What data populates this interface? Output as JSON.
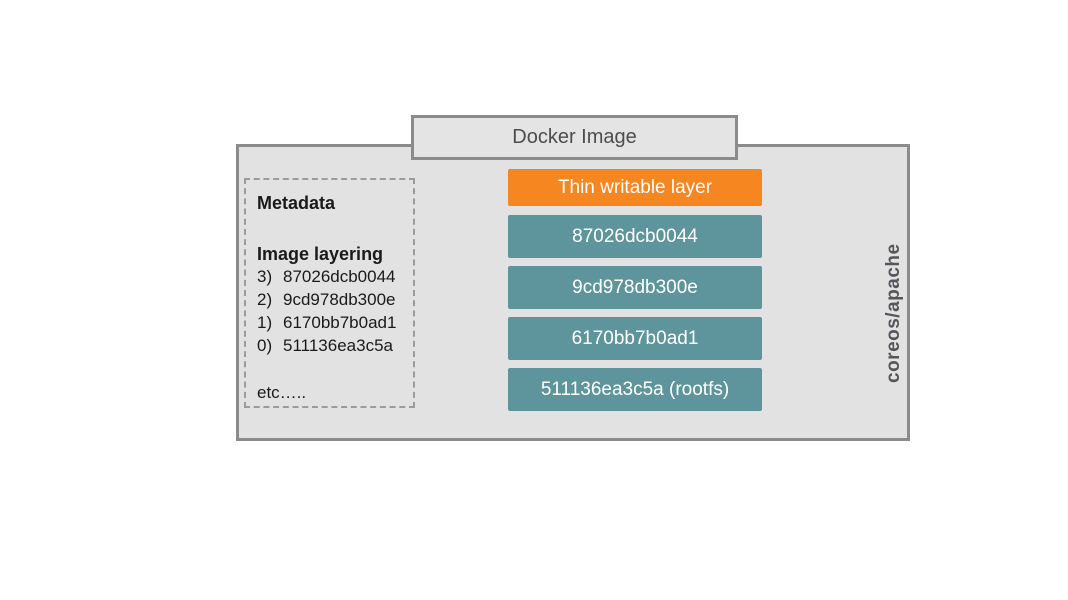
{
  "diagram": {
    "title": "Docker Image",
    "container_label": "coreos/apache",
    "metadata_panel": {
      "heading": "Metadata",
      "subheading": "Image layering",
      "entries": [
        {
          "index": "3)",
          "id": "87026dcb0044"
        },
        {
          "index": "2)",
          "id": "9cd978db300e"
        },
        {
          "index": "1)",
          "id": "6170bb7b0ad1"
        },
        {
          "index": "0)",
          "id": "511136ea3c5a"
        }
      ],
      "footer": "etc….."
    },
    "layer_stack": [
      {
        "label": "Thin writable layer",
        "type": "writable"
      },
      {
        "label": "87026dcb0044",
        "type": "image"
      },
      {
        "label": "9cd978db300e",
        "type": "image"
      },
      {
        "label": "6170bb7b0ad1",
        "type": "image"
      },
      {
        "label": "511136ea3c5a (rootfs)",
        "type": "image"
      }
    ],
    "colors": {
      "writable_layer": "#f6861f",
      "image_layer": "#5e959c",
      "container_background": "#e2e2e2",
      "border": "#8b8b8b",
      "dark_text": "#4d4d4f",
      "light_text": "#ffffff"
    }
  }
}
